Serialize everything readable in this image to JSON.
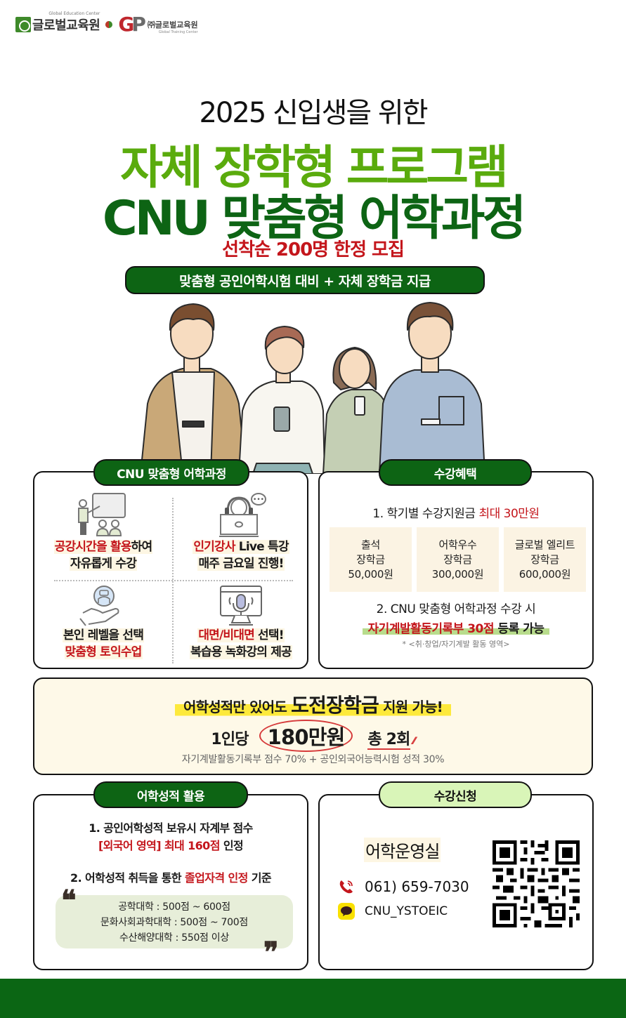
{
  "header": {
    "logo1_text": "글로벌교육원",
    "logo1_sub": "Global Education Center",
    "logo2_mark_g": "G",
    "logo2_mark_p": "P",
    "logo2_text": "㈜글로벌교육원",
    "logo2_sub": "Global Training Center"
  },
  "hero": {
    "subtitle": "2025 신입생을 위한",
    "title_line1": "자체 장학형 프로그램",
    "title_line2": "CNU 맞춤형 어학과정",
    "highlight": "선착순 200명 한정 모집",
    "banner": "맞춤형 공인어학시험 대비 + 자체 장학금 지급"
  },
  "course_card": {
    "tab": "CNU 맞춤형 어학과정",
    "cells": [
      {
        "red": "공강시간을 활용",
        "rest": "하여",
        "line2": "자유롭게 수강"
      },
      {
        "red": "인기강사",
        "rest": " Live 특강",
        "line2": "매주 금요일 진행!"
      },
      {
        "line1": "본인 레벨을 선택",
        "red2": "맞춤형 토익수업"
      },
      {
        "red": "대면/비대면",
        "rest": " 선택!",
        "line2": "복습용 녹화강의 제공"
      }
    ]
  },
  "benefit_card": {
    "tab": "수강혜택",
    "item1_prefix": "1. 학기별 수강지원금 ",
    "item1_red": "최대 30만원",
    "scholarships": [
      {
        "name1": "출석",
        "name2": "장학금",
        "amount": "50,000원"
      },
      {
        "name1": "어학우수",
        "name2": "장학금",
        "amount": "300,000원"
      },
      {
        "name1": "글로벌 엘리트",
        "name2": "장학금",
        "amount": "600,000원"
      }
    ],
    "item2": "2. CNU 맞춤형 어학과정 수강 시",
    "item3_red": "자기계발활동기록부 30점",
    "item3_rest": " 등록 가능",
    "note": "* <취·창업/자기계발 활동 영역>"
  },
  "challenge": {
    "line1_pre": "어학성적만 있어도 ",
    "line1_big": "도전장학금",
    "line1_post": " 지원 가능!",
    "per_person": "1인당",
    "amount": "180만원",
    "total": "총 2회",
    "criteria": "자기계발활동기록부 점수 70% + 공인외국어능력시험 성적 30%"
  },
  "score_card": {
    "tab": "어학성적 활용",
    "item1_line1": "1. 공인어학성적 보유시 자계부 점수",
    "item1_red": "[외국어 영역] 최대 160점",
    "item1_rest": " 인정",
    "item2_pre": "2. 어학성적 취득을 통한 ",
    "item2_red": "졸업자격 인정",
    "item2_post": " 기준",
    "criteria": [
      "공학대학 : 500점 ~ 600점",
      "문화사회과학대학 : 500점 ~ 700점",
      "수산해양대학 : 550점 이상"
    ],
    "quote_open": "❝",
    "quote_close": "❞"
  },
  "apply_card": {
    "tab": "수강신청",
    "office": "어학운영실",
    "phone": "061) 659-7030",
    "kakao": "CNU_YSTOEIC"
  },
  "colors": {
    "dark_green": "#0d6414",
    "light_green": "#5aab0d",
    "red": "#c4161c",
    "cream": "#fef9e8",
    "footer": "#0b6614"
  }
}
